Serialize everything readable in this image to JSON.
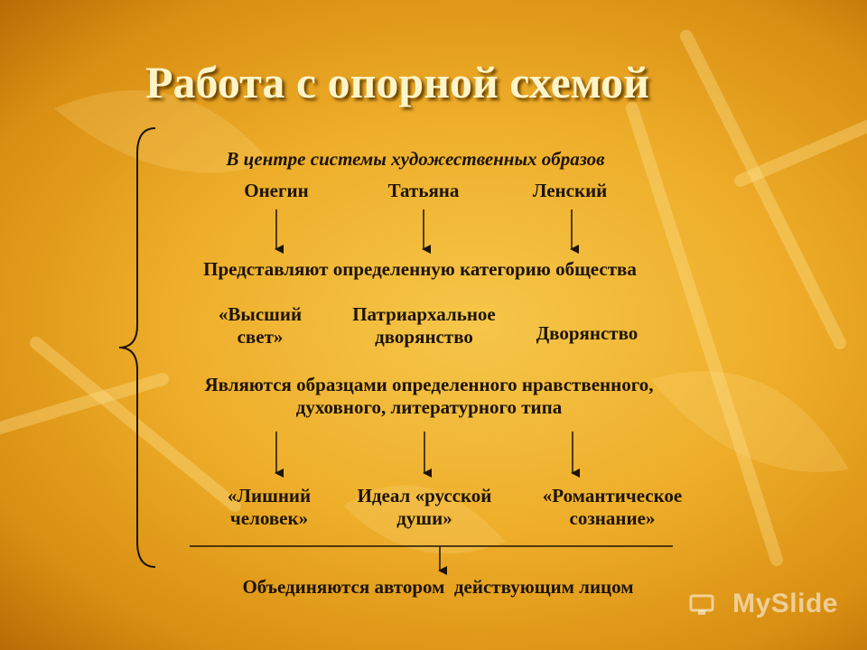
{
  "title": "Работа с опорной схемой",
  "center_heading": "В центре системы художественных образов",
  "characters": [
    "Онегин",
    "Татьяна",
    "Ленский"
  ],
  "represent_heading": "Представляют определенную категорию общества",
  "categories": [
    {
      "line1": "«Высший",
      "line2": "свет»"
    },
    {
      "line1": "Патриархальное",
      "line2": "дворянство"
    },
    {
      "line1": "Дворянство",
      "line2": ""
    }
  ],
  "types_heading": {
    "line1": "Являются образцами определенного нравственного,",
    "line2": "духовного, литературного типа"
  },
  "types": [
    {
      "line1": "«Лишний",
      "line2": "человек»"
    },
    {
      "line1": "Идеал «русской",
      "line2": "души»"
    },
    {
      "line1": "«Романтическое",
      "line2": "сознание»"
    }
  ],
  "conclusion": "Объединяются автором  действующим лицом",
  "watermark": "MySlide",
  "colors": {
    "text": "#1c1407",
    "title": "#fff4c8",
    "background": "#eeae2a"
  }
}
